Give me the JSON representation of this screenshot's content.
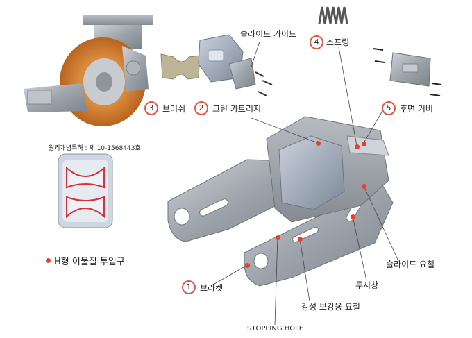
{
  "patent_note": "원리개념특허 : 제 10-1568443호",
  "intake_label": "H형 이물질 투입구",
  "parts": [
    {
      "num": "1",
      "label": "브라켓"
    },
    {
      "num": "2",
      "label": "크린 카트리지"
    },
    {
      "num": "3",
      "label": "브러쉬"
    },
    {
      "num": "4",
      "label": "스프링"
    },
    {
      "num": "5",
      "label": "후면 커버"
    }
  ],
  "slide_guide_label": "슬라이드 가이드",
  "slide_slot_label": "슬라이드 요철",
  "view_window_label": "투시창",
  "reinforce_slot_label": "강성 보강용 요철",
  "stopping_hole_label": "STOPPING HOLE",
  "colors": {
    "accent": "#e0584a",
    "pointer": "#e8402d"
  }
}
